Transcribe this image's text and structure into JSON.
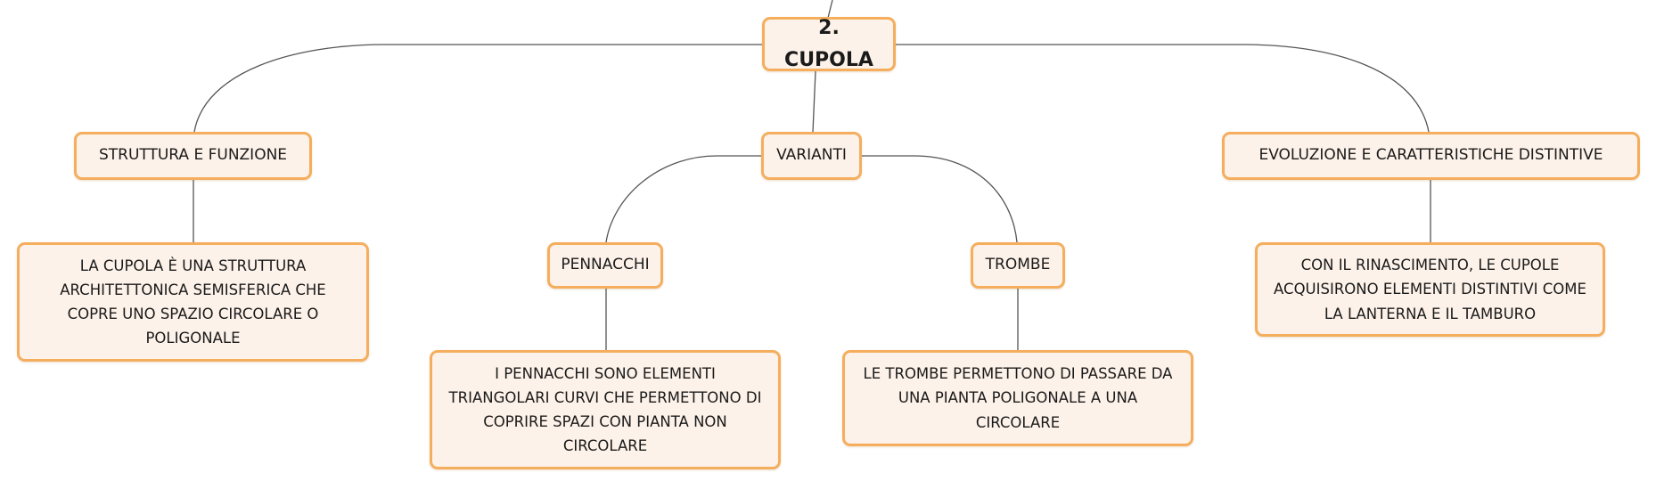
{
  "mindmap": {
    "root": {
      "label": "2. CUPOLA"
    },
    "branches": [
      {
        "label": "STRUTTURA E FUNZIONE",
        "details": [
          "LA CUPOLA È UNA STRUTTURA ARCHITETTONICA SEMISFERICA CHE COPRE UNO SPAZIO CIRCOLARE O POLIGONALE"
        ]
      },
      {
        "label": "VARIANTI",
        "children": [
          {
            "label": "PENNACCHI",
            "detail": "I PENNACCHI SONO ELEMENTI TRIANGOLARI CURVI CHE PERMETTONO DI COPRIRE SPAZI CON PIANTA NON CIRCOLARE"
          },
          {
            "label": "TROMBE",
            "detail": "LE TROMBE PERMETTONO DI PASSARE DA UNA PIANTA POLIGONALE A UNA CIRCOLARE"
          }
        ]
      },
      {
        "label": "EVOLUZIONE E CARATTERISTICHE DISTINTIVE",
        "details": [
          "CON IL RINASCIMENTO, LE CUPOLE ACQUISIRONO ELEMENTI DISTINTIVI COME LA LANTERNA E IL TAMBURO"
        ]
      }
    ]
  },
  "colors": {
    "node_border": "#f4ae5e",
    "node_fill": "#fdf2e9",
    "connector": "#555555"
  }
}
